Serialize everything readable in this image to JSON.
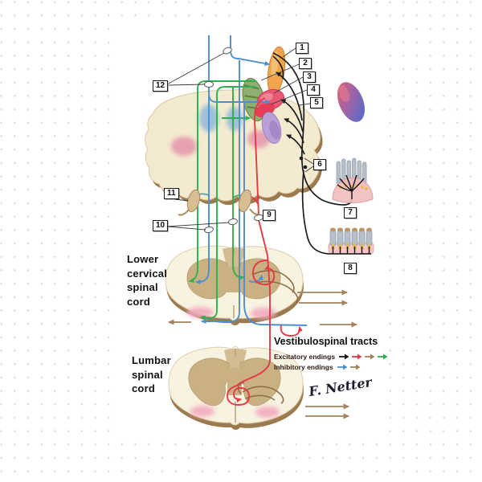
{
  "callouts": [
    "1",
    "2",
    "3",
    "4",
    "5",
    "6",
    "7",
    "8",
    "9",
    "10",
    "11",
    "12"
  ],
  "section_labels": {
    "cervical": {
      "lines": [
        "Lower",
        "cervical",
        "spinal",
        "cord"
      ]
    },
    "lumbar": {
      "lines": [
        "Lumbar",
        "spinal",
        "cord"
      ]
    }
  },
  "legend": {
    "title": "Vestibulospinal tracts",
    "items": [
      {
        "label": "Excitatory endings",
        "arrow_colors": [
          "#1c1c1c",
          "#e63946",
          "#a5825a",
          "#2faf4e"
        ]
      },
      {
        "label": "Inhibitory endings",
        "arrow_colors": [
          "#4a90d0",
          "#a5825a"
        ]
      }
    ]
  },
  "signature": "F. Netter",
  "colors": {
    "fiber_black": "#1c1c1c",
    "fiber_red": "#e63946",
    "fiber_tan": "#a5825a",
    "fiber_green": "#2faf4e",
    "fiber_blue": "#4a90d0",
    "fiber_brown": "#8d6e46",
    "brainstem_beige": "#f3ead0",
    "cord_cream": "#f8f2e0",
    "gray_matter_tan": "#c9b183",
    "ventral_horn_pink": "#f2aabe",
    "nucleus_orange": "#f2a44c",
    "nucleus_green": "#8fae71",
    "nucleus_magenta": "#ea5873",
    "nucleus_purple": "#b9a0d6"
  },
  "icons": {
    "legend_arrow": "arrow-right",
    "callout_box": "numbered-label-box",
    "fiber_marker": "oval-marker"
  }
}
